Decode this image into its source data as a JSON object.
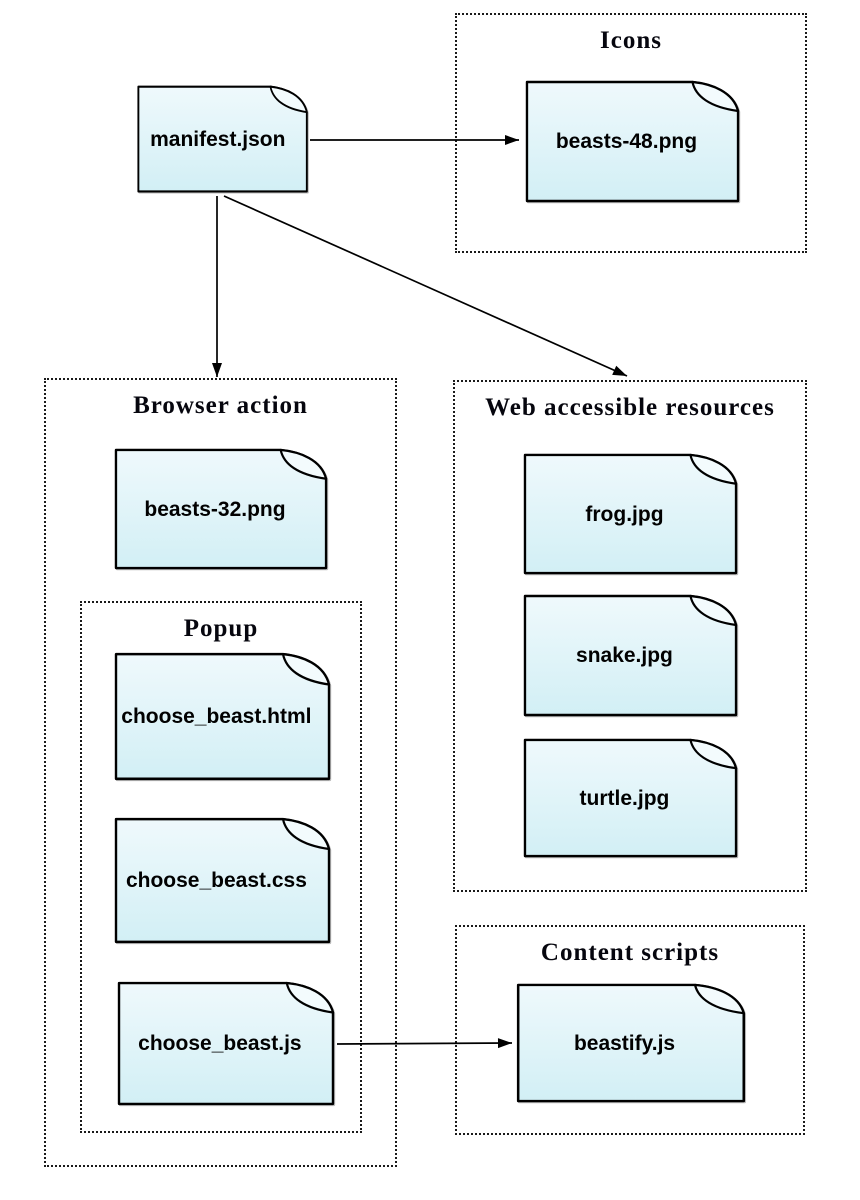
{
  "groups": {
    "icons": "Icons",
    "browser_action": "Browser action",
    "popup": "Popup",
    "web_accessible_resources": "Web accessible resources",
    "content_scripts": "Content scripts"
  },
  "files": {
    "manifest": "manifest.json",
    "beasts_48": "beasts-48.png",
    "beasts_32": "beasts-32.png",
    "choose_beast_html": "choose_beast.html",
    "choose_beast_css": "choose_beast.css",
    "choose_beast_js": "choose_beast.js",
    "frog": "frog.jpg",
    "snake": "snake.jpg",
    "turtle": "turtle.jpg",
    "beastify": "beastify.js"
  },
  "edges": [
    {
      "from": "manifest.json",
      "to": "beasts-48.png"
    },
    {
      "from": "manifest.json",
      "to": "Browser action"
    },
    {
      "from": "manifest.json",
      "to": "Web accessible resources"
    },
    {
      "from": "choose_beast.js",
      "to": "beastify.js"
    }
  ],
  "colors": {
    "file_fill_top": "#eff9fc",
    "file_fill_bottom": "#d2eff5",
    "file_stroke": "#000000",
    "group_border": "#1a1a1a",
    "arrow": "#000000",
    "background": "#ffffff"
  }
}
